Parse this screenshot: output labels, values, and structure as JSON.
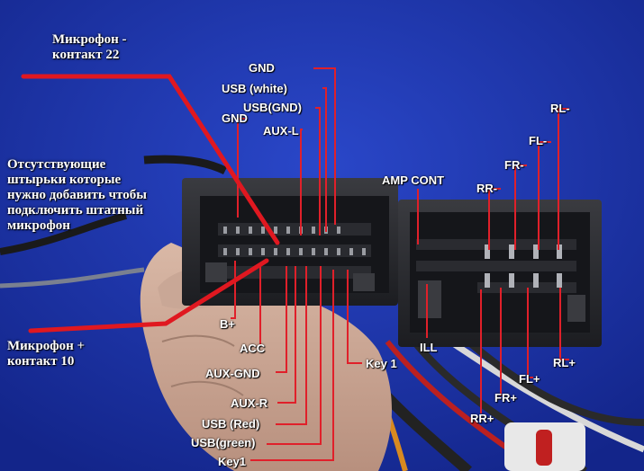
{
  "colors": {
    "background": "#1d33a8",
    "wire": "#e0202a",
    "label": "#ffffff",
    "connector": "#2e2f33"
  },
  "notes": {
    "mic_minus": "Микрофон -\nконтакт 22",
    "missing_pins": "Отсутствующие\nштырьки которые\nнужно добавить чтобы\nподключить штатный\nмикрофон",
    "mic_plus": "Микрофон +\nконтакт 10"
  },
  "labels": {
    "gnd_top": "GND",
    "usb_white": "USB (white)",
    "usb_gnd": "USB(GND)",
    "gnd_left": "GND",
    "aux_l": "AUX-L",
    "amp_cont": "AMP CONT",
    "rl_minus": "RL-",
    "fl_minus": "FL-",
    "fr_minus": "FR-",
    "rr_minus": "RR-",
    "b_plus": "B+",
    "acc": "ACC",
    "aux_gnd": "AUX-GND",
    "aux_r": "AUX-R",
    "usb_red": "USB  (Red)",
    "usb_green": "USB(green)",
    "key1_bottom": "Key1",
    "key_1": "Key 1",
    "ill": "ILL",
    "rl_plus": "RL+",
    "fl_plus": "FL+",
    "fr_plus": "FR+",
    "rr_plus": "RR+"
  }
}
